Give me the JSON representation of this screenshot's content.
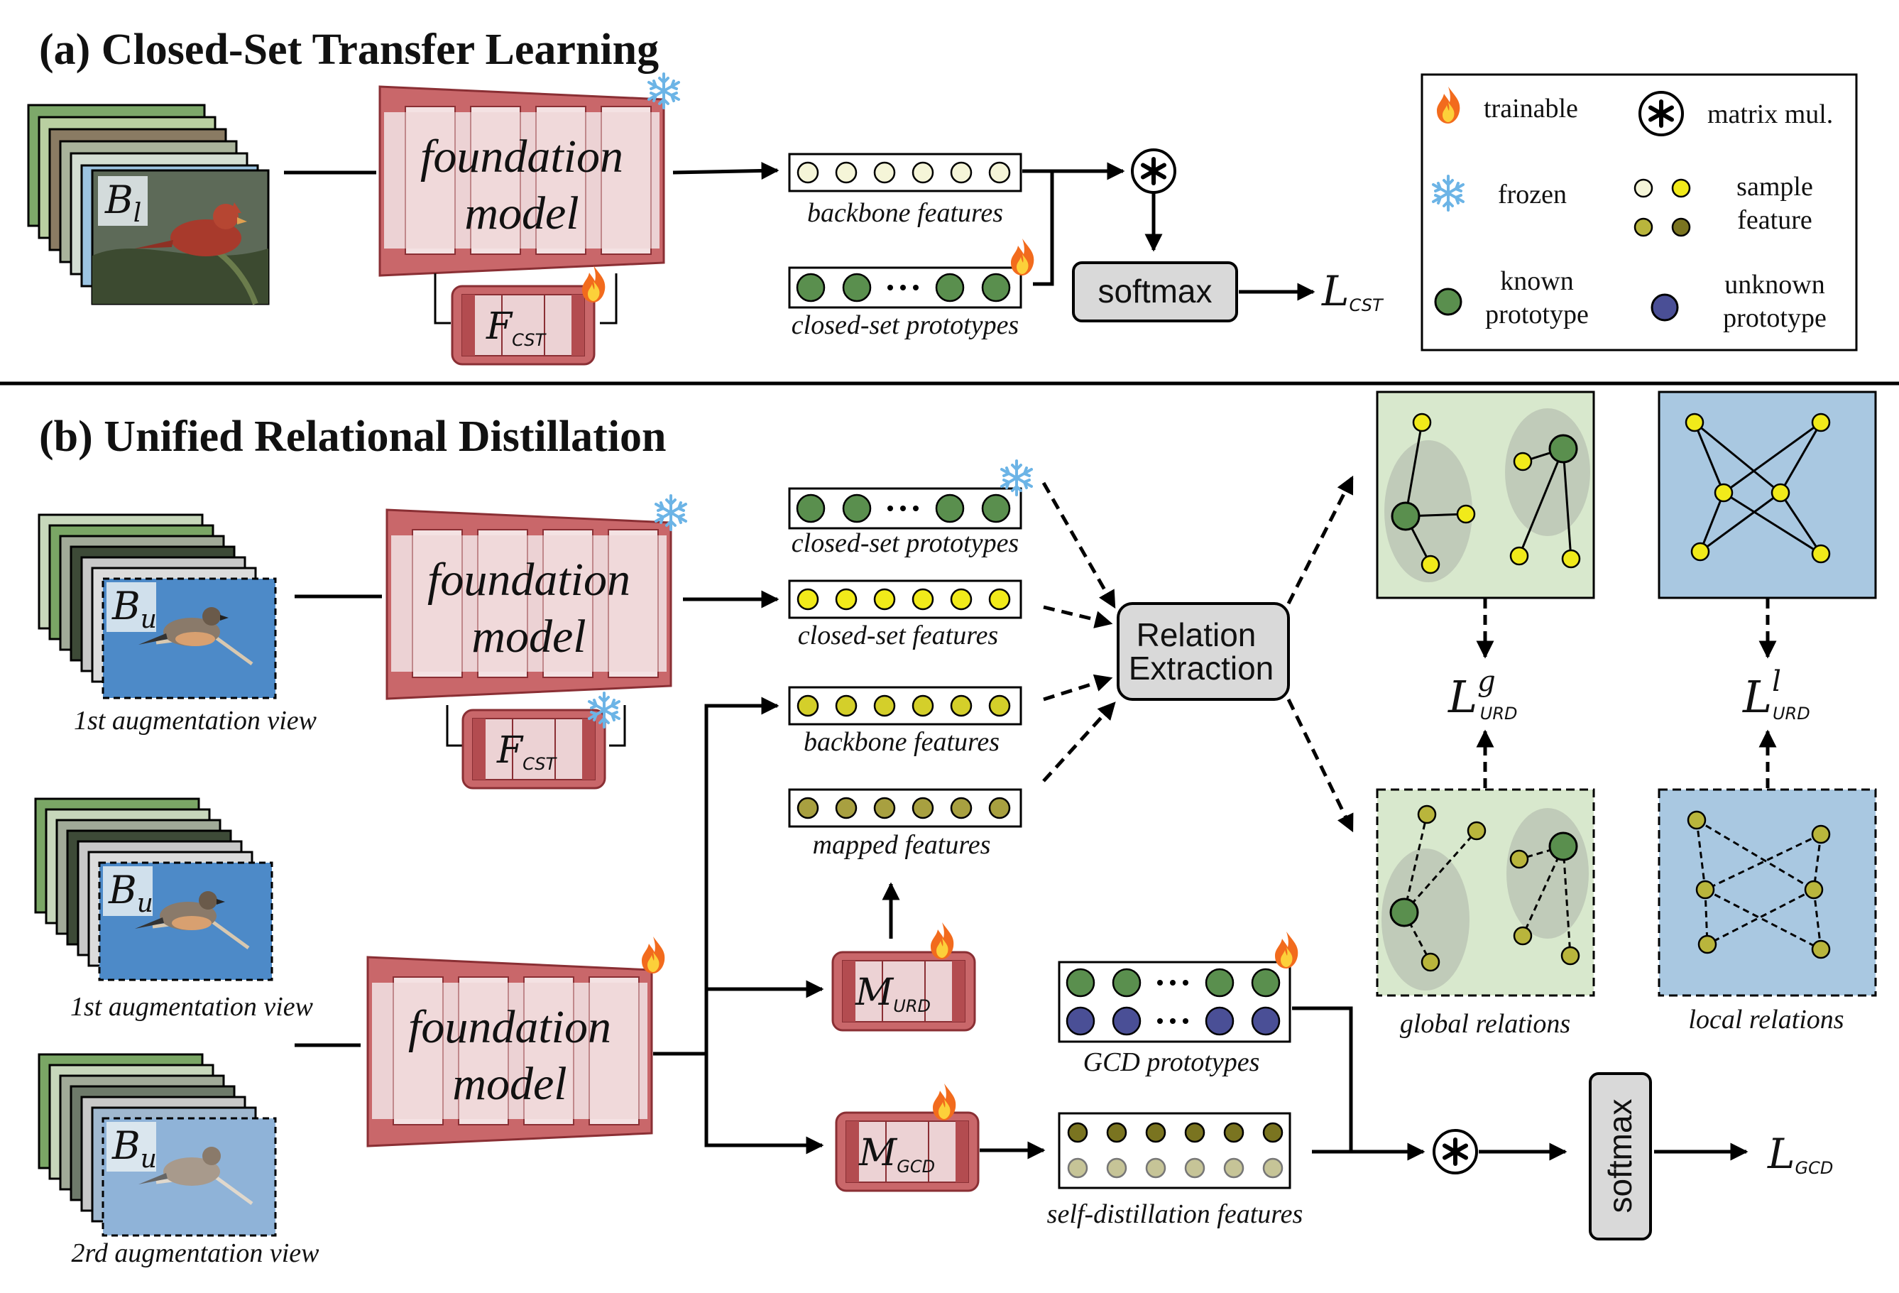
{
  "titles": {
    "a": "(a) Closed-Set Transfer Learning",
    "b": "(b) Unified Relational Distillation"
  },
  "foundation_model_label": [
    "foundation",
    "model"
  ],
  "batch_labels": {
    "labeled": {
      "base": "B",
      "sub": "l"
    },
    "unlabeled": {
      "base": "B",
      "sub": "u"
    }
  },
  "view_labels": {
    "view1_top": "1st augmentation view",
    "view1_bottom": "1st augmentation view",
    "view2": "2rd augmentation view"
  },
  "feature_labels": {
    "a_backbone": "backbone features",
    "a_prototypes": "closed-set prototypes",
    "b_prototypes": "closed-set prototypes",
    "b_closed_features": "closed-set features",
    "b_backbone": "backbone features",
    "b_mapped": "mapped features",
    "gcd_prototypes": "GCD prototypes",
    "self_distill": "self-distillation features"
  },
  "modules": {
    "f_cst": {
      "base": "F",
      "sub": "CST"
    },
    "m_urd": {
      "base": "M",
      "sub": "URD"
    },
    "m_gcd": {
      "base": "M",
      "sub": "GCD"
    }
  },
  "boxes": {
    "softmax": "softmax",
    "relation": [
      "Relation",
      "Extraction"
    ]
  },
  "losses": {
    "cst": {
      "base": "L",
      "sub": "CST"
    },
    "urd_g": {
      "base": "L",
      "sup": "g",
      "sub": "URD"
    },
    "urd_l": {
      "base": "L",
      "sup": "l",
      "sub": "URD"
    },
    "gcd": {
      "base": "L",
      "sub": "GCD"
    }
  },
  "relations": {
    "global": "global relations",
    "local": "local relations"
  },
  "legend": {
    "trainable": "trainable",
    "frozen": "frozen",
    "matmul": "matrix mul.",
    "sample": [
      "sample",
      "feature"
    ],
    "known": [
      "known",
      "prototype"
    ],
    "unknown": [
      "unknown",
      "prototype"
    ]
  },
  "colors": {
    "model_fill": "#ecd2d4",
    "model_band": "#c9676a",
    "model_stroke": "#8a2f34",
    "known_proto": "#5a8f4e",
    "unknown_proto": "#4a4f96",
    "feature_pale": "#f5f5d8",
    "feature_yellow": "#f1ea1a",
    "feature_olive": "#b9b53c",
    "feature_mapped": "#a8a040",
    "feature_dark": "#7a7420",
    "feature_light": "#c6c497",
    "global_panel": "#d8e8cd",
    "local_panel": "#a9c8e1",
    "grey_box": "#d9d9d9"
  },
  "icons": [
    "fire-icon",
    "snowflake-icon",
    "matmul-icon"
  ]
}
